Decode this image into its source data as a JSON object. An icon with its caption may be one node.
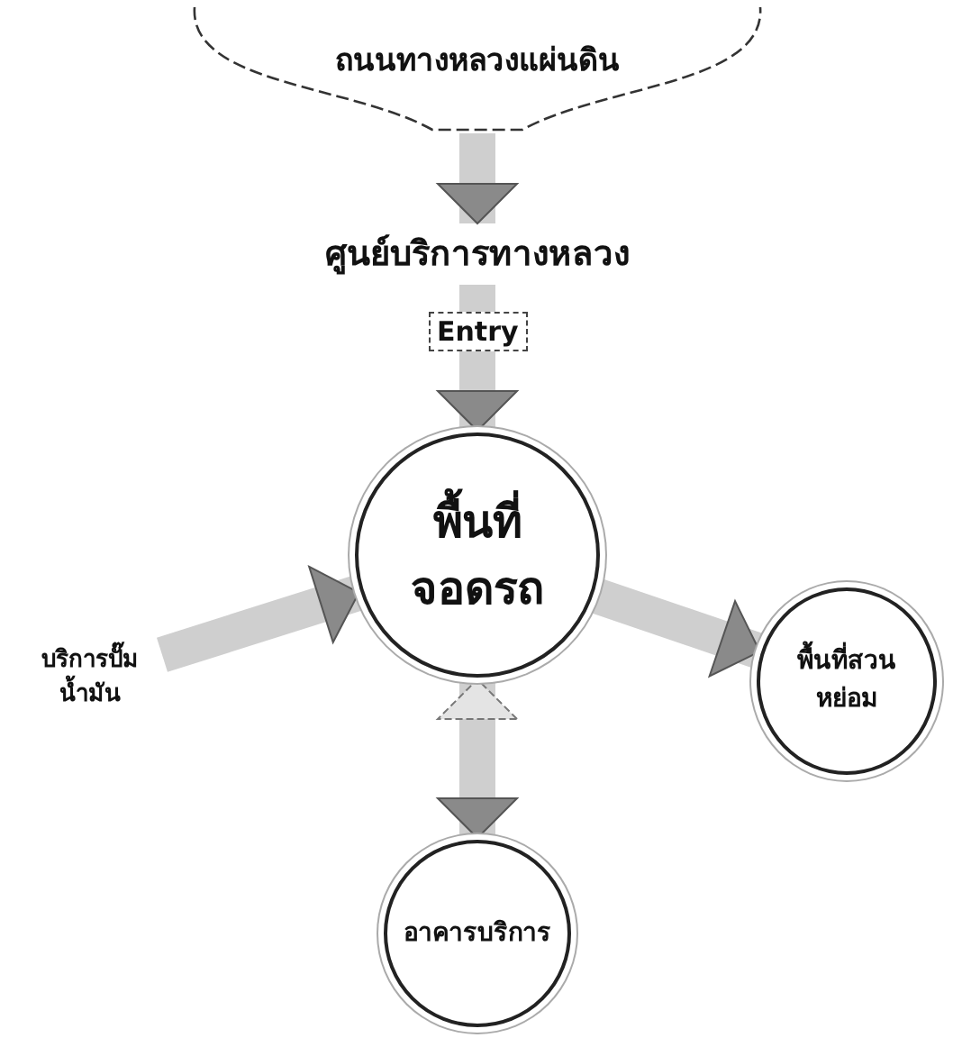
{
  "diagram": {
    "nodes": [
      {
        "text": [
          "ถนนทางหลวงแผ่นดิน"
        ]
      },
      {
        "text": [
          "ศูนย์บริการทางหลวง"
        ]
      },
      {
        "text": [
          "พื้นที่จอดรถ"
        ]
      },
      {
        "text": [
          "บริการปั๊มน้ำมัน"
        ]
      },
      {
        "text": [
          "พื้นที่สวนหย่อม"
        ]
      },
      {
        "text": [
          "อาคารบริการ"
        ]
      }
    ],
    "edges": [
      {
        "from": 0,
        "to": 1,
        "arrow": "to"
      },
      {
        "from": 1,
        "to": 2,
        "arrow": "to",
        "label": "Entry"
      },
      {
        "from": 3,
        "to": 2,
        "arrow": "to"
      },
      {
        "from": 2,
        "to": 4,
        "arrow": "to"
      },
      {
        "from": 2,
        "to": 5,
        "arrow": "both"
      }
    ]
  }
}
